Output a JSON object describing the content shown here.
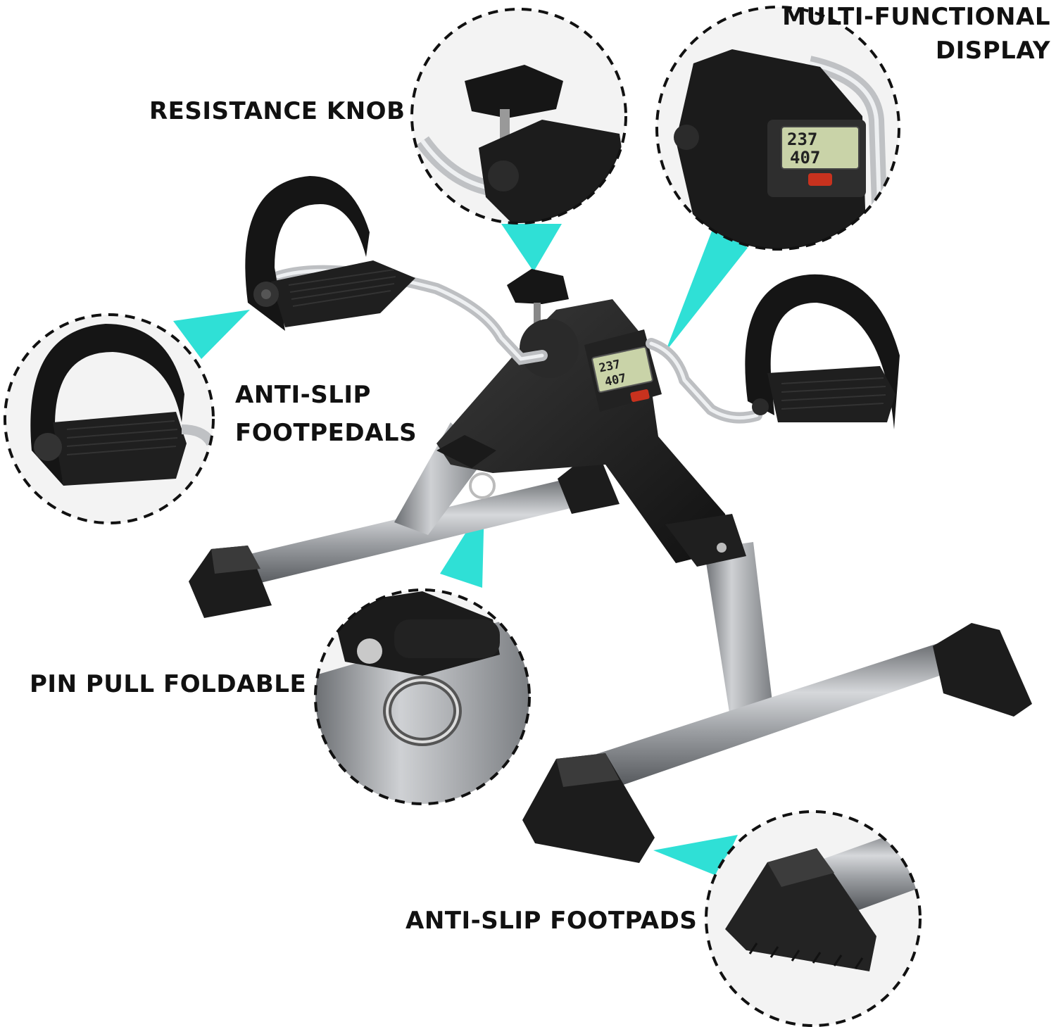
{
  "callouts": {
    "display": {
      "line1": "MULTI-FUNCTIONAL",
      "line2": "DISPLAY"
    },
    "knob": {
      "text": "RESISTANCE KNOB"
    },
    "pedals": {
      "line1": "ANTI-SLIP",
      "line2": "FOOTPEDALS"
    },
    "pin": {
      "text": "PIN PULL FOLDABLE"
    },
    "pads": {
      "text": "ANTI-SLIP FOOTPADS"
    }
  },
  "lcd": {
    "top": "237",
    "bottom": "407"
  },
  "colors": {
    "accent": "#2fe0d6",
    "frame_black": "#1a1a1a",
    "steel": "#a9acb0",
    "lcd_screen": "#c9d3a8",
    "button_red": "#c8321e"
  }
}
